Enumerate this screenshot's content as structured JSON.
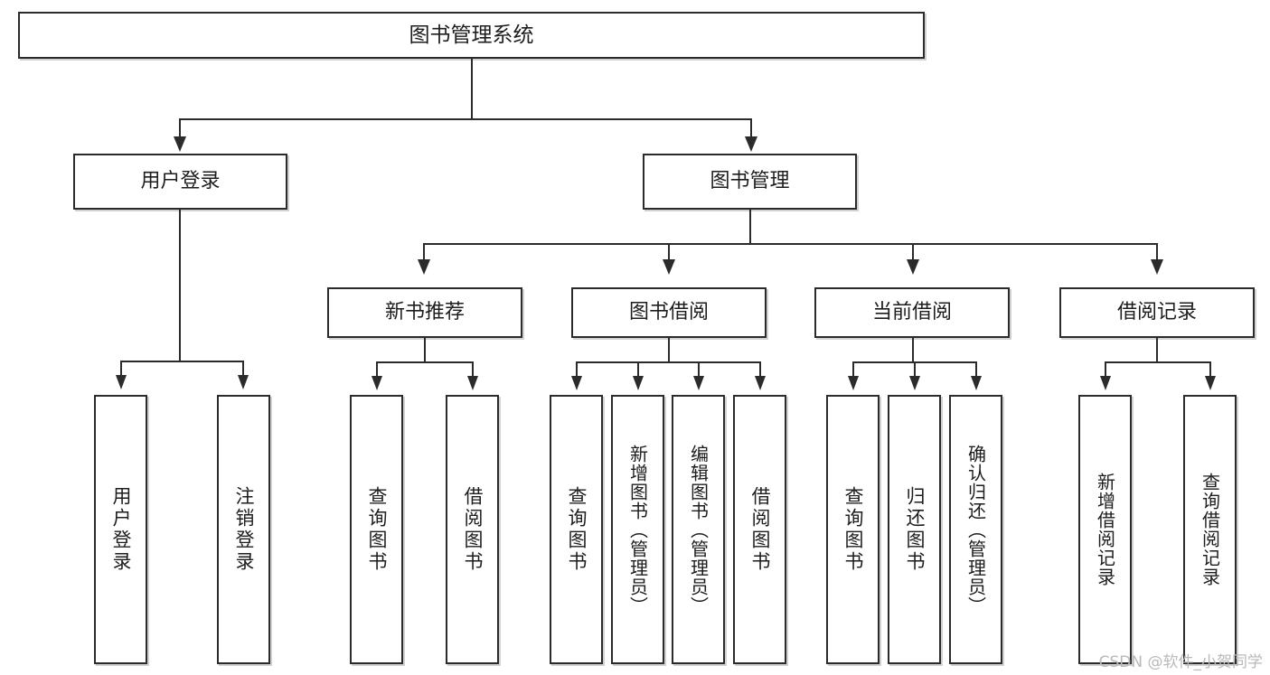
{
  "diagram": {
    "type": "hierarchy-tree",
    "root": {
      "label": "图书管理系统"
    },
    "level2": [
      {
        "label": "用户登录"
      },
      {
        "label": "图书管理"
      }
    ],
    "level3": [
      {
        "label": "新书推荐"
      },
      {
        "label": "图书借阅"
      },
      {
        "label": "当前借阅"
      },
      {
        "label": "借阅记录"
      }
    ],
    "leaves": {
      "user_login": [
        {
          "label": "用户登录"
        },
        {
          "label": "注销登录"
        }
      ],
      "new_book_recommend": [
        {
          "label": "查询图书"
        },
        {
          "label": "借阅图书"
        }
      ],
      "book_borrow": [
        {
          "label": "查询图书"
        },
        {
          "label": "新增图书（管理员）"
        },
        {
          "label": "编辑图书（管理员）"
        },
        {
          "label": "借阅图书"
        }
      ],
      "current_borrow": [
        {
          "label": "查询图书"
        },
        {
          "label": "归还图书"
        },
        {
          "label": "确认归还（管理员）"
        }
      ],
      "borrow_record": [
        {
          "label": "新增借阅记录"
        },
        {
          "label": "查询借阅记录"
        }
      ]
    }
  },
  "watermark": {
    "text": "CSDN @软件_小贺同学"
  },
  "colors": {
    "stroke": "#2b2b2b",
    "text": "#1d1d1d",
    "background": "#ffffff",
    "watermark": "#b9b9b9"
  }
}
